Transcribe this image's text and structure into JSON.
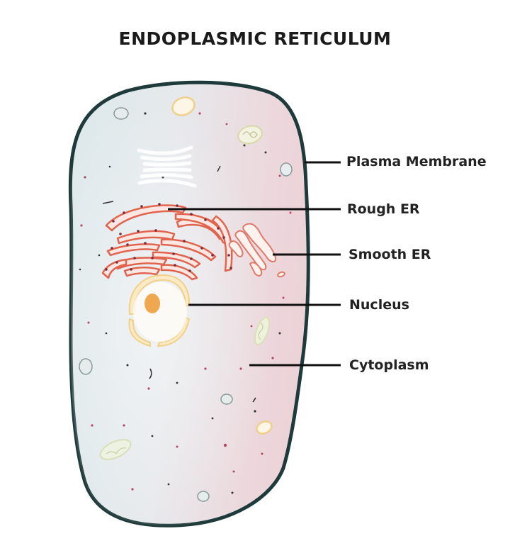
{
  "title": "ENDOPLASMIC RETICULUM",
  "labels": {
    "plasma_membrane": "Plasma Membrane",
    "rough_er": "Rough ER",
    "smooth_er": "Smooth ER",
    "nucleus": "Nucleus",
    "cytoplasm": "Cytoplasm"
  },
  "colors": {
    "membrane": "#1f3a3a",
    "cytoplasm_blue": "#dde9ec",
    "cytoplasm_pink": "#ecd8dc",
    "rough_er": "#e0644e",
    "smooth_er": "#e07a6a",
    "nuclear_envelope": "#f2cf8a",
    "nucleolus": "#f0a850",
    "golgi": "#ffffff",
    "mitochondria": "#dfe6c2",
    "leader_line": "#111111"
  }
}
